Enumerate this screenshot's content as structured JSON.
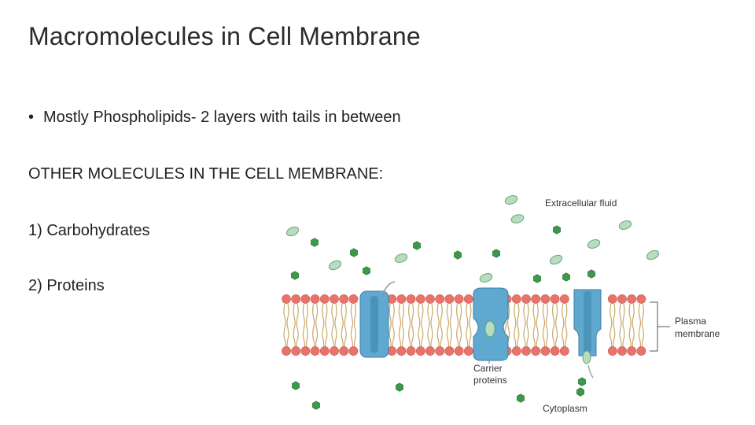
{
  "slide": {
    "title": "Macromolecules in Cell Membrane",
    "bullet": "Mostly Phospholipids- 2 layers with tails in between",
    "bullet_marker": "•",
    "other_heading": "OTHER MOLECULES IN THE CELL MEMBRANE:",
    "items": [
      "1) Carbohydrates",
      "2) Proteins"
    ]
  },
  "diagram": {
    "labels": {
      "extracellular": "Extracellular fluid",
      "plasma_line1": "Plasma",
      "plasma_line2": "membrane",
      "carrier_line1": "Carrier",
      "carrier_line2": "proteins",
      "cytoplasm": "Cytoplasm"
    },
    "colors": {
      "head": "#e8736a",
      "tail": "#c9a86a",
      "protein": "#5fa8cf",
      "protein_dark": "#3b7fa6",
      "ellipse": "#b8dcc0",
      "hexagon": "#3a9a4a"
    }
  }
}
